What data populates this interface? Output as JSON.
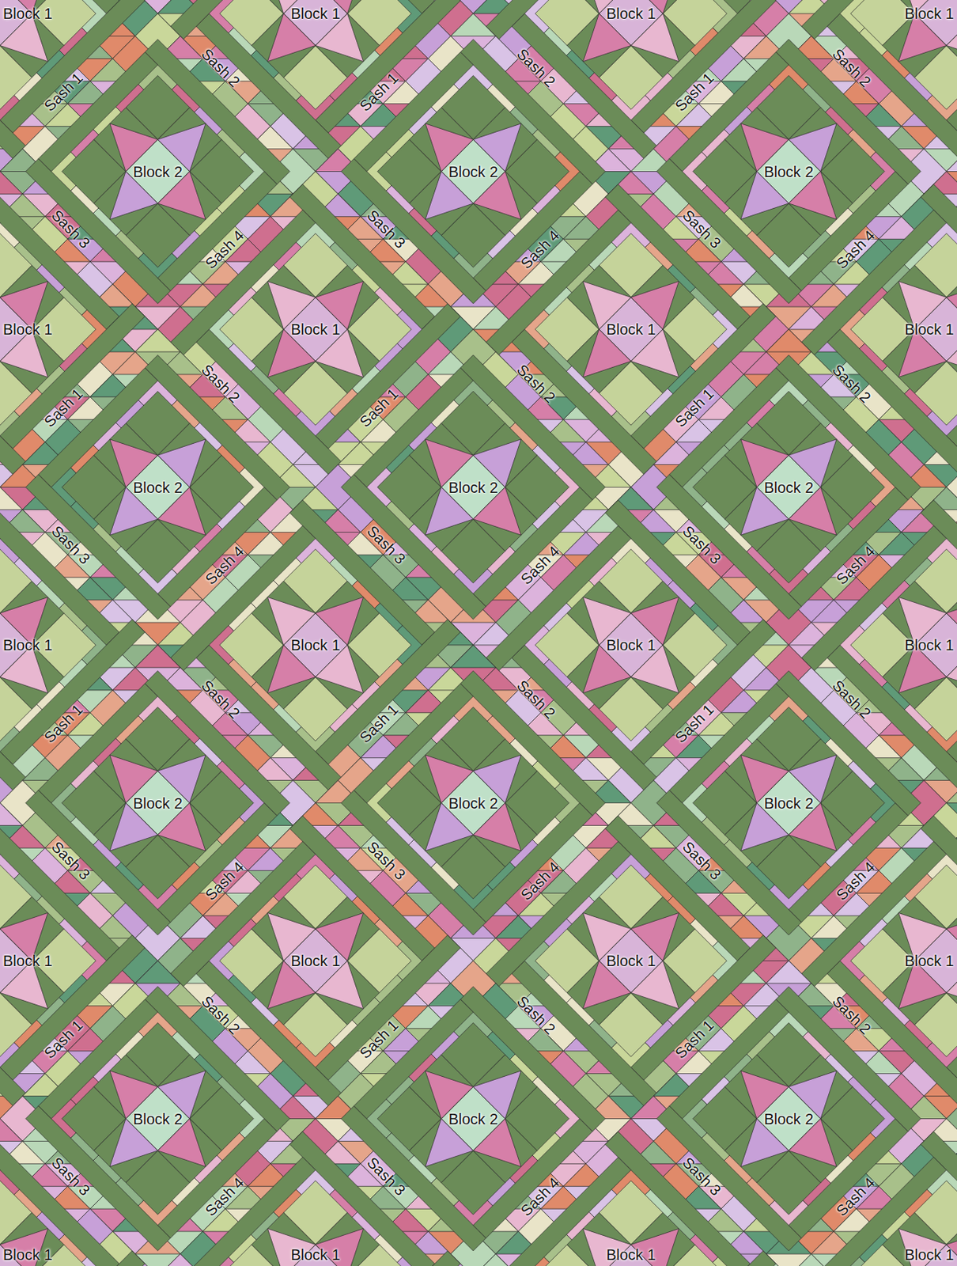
{
  "diagram": {
    "labels": [
      "Block 1",
      "Block 1",
      "Block 1",
      "Block 1",
      "Sash 1",
      "Sash 2",
      "Sash 1",
      "Sash 2",
      "Sash 1",
      "Sash 2",
      "Block 2",
      "Block 2",
      "Block 2",
      "Sash 3",
      "Sash 4",
      "Sash 3",
      "Sash 4",
      "Sash 3",
      "Sash 4",
      "Block 1",
      "Block 1",
      "Block 1",
      "Block 1",
      "Sash 1",
      "Sash 2",
      "Sash 1",
      "Sash 2",
      "Sash 1",
      "Sash 2",
      "Block 2",
      "Block 2",
      "Block 2",
      "Sash 3",
      "Sash 4",
      "Sash 3",
      "Sash 4",
      "Sash 3",
      "Sash 4",
      "Block 1",
      "Block 1",
      "Block 1",
      "Block 1",
      "Sash 1",
      "Sash 2",
      "Sash 1",
      "Sash 2",
      "Sash 1",
      "Sash 2",
      "Block 2",
      "Block 2",
      "Block 2",
      "Sash 3",
      "Sash 4",
      "Sash 3",
      "Sash 4",
      "Sash 3",
      "Sash 4",
      "Block 1",
      "Block 1",
      "Block 1",
      "Block 1",
      "Sash 1",
      "Sash 2",
      "Sash 1",
      "Sash 2",
      "Sash 1",
      "Sash 2",
      "Block 2",
      "Block 2",
      "Block 2",
      "Sash 3",
      "Sash 4",
      "Sash 3",
      "Sash 4",
      "Sash 3",
      "Sash 4",
      "Block 1",
      "Block 1",
      "Block 1",
      "Block 1"
    ]
  }
}
